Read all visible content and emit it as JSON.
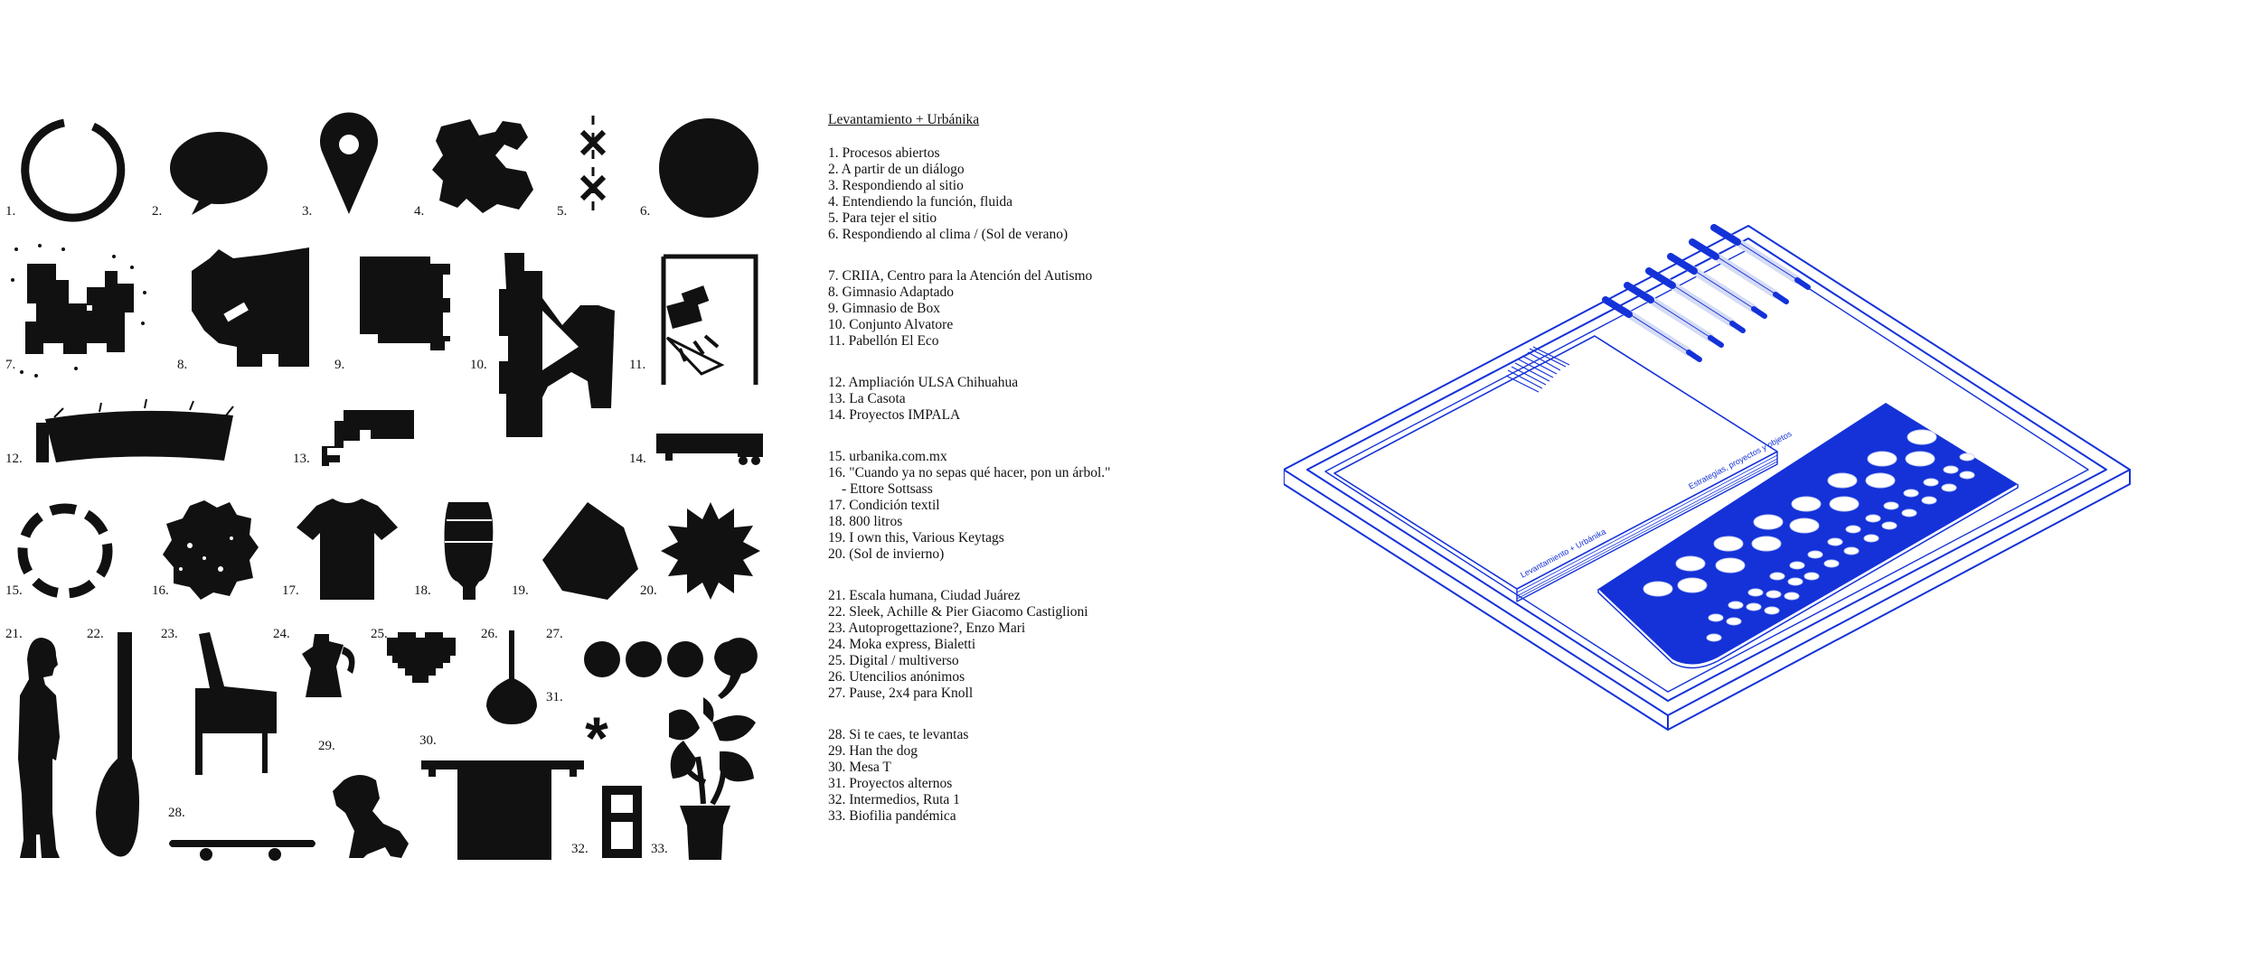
{
  "figure_numbers": [
    "1.",
    "2.",
    "3.",
    "4.",
    "5.",
    "6.",
    "7.",
    "8.",
    "9.",
    "10.",
    "11.",
    "12.",
    "13.",
    "14.",
    "15.",
    "16.",
    "17.",
    "18.",
    "19.",
    "20.",
    "21.",
    "22.",
    "23.",
    "24.",
    "25.",
    "26.",
    "27.",
    "28.",
    "29.",
    "30.",
    "31.",
    "32.",
    "33."
  ],
  "legend": {
    "title": "Levantamiento + Urbánika",
    "groups": [
      {
        "items": [
          "1. Procesos abiertos",
          "2. A partir de un diálogo",
          "3. Respondiendo al sitio",
          "4. Entendiendo la función, fluida",
          "5. Para tejer el sitio",
          "6. Respondiendo al clima / (Sol de verano)"
        ]
      },
      {
        "items": [
          "7. CRIIA, Centro para la Atención del Autismo",
          "8. Gimnasio Adaptado",
          "9. Gimnasio de Box",
          "10. Conjunto Alvatore",
          "11. Pabellón El Eco"
        ]
      },
      {
        "items": [
          "12. Ampliación ULSA Chihuahua",
          "13. La Casota",
          "14. Proyectos IMPALA"
        ]
      },
      {
        "items": [
          "15. urbanika.com.mx",
          "16. \"Cuando ya no sepas qué hacer, pon un árbol.\"",
          "- Ettore Sottsass",
          "17. Condición textil",
          "18. 800 litros",
          "19. I own this, Various Keytags",
          "20. (Sol de invierno)"
        ]
      },
      {
        "items": [
          "21. Escala humana, Ciudad Juárez",
          "22. Sleek, Achille & Pier Giacomo Castiglioni",
          "23. Autoprogettazione?, Enzo Mari",
          "24. Moka express, Bialetti",
          "25. Digital / multiverso",
          "26. Utencilios anónimos",
          "27. Pause, 2x4 para Knoll"
        ]
      },
      {
        "items": [
          "28. Si te caes, te levantas",
          "29. Han the dog",
          "30. Mesa T",
          "31. Proyectos alternos",
          "32. Intermedios, Ruta 1",
          "33. Biofilia pandémica"
        ]
      }
    ]
  },
  "isometric": {
    "folder_text_left": "Levantamiento + Urbánika",
    "folder_text_right": "Estrategias, proyectos y objetos",
    "accent_color": "#1432d8"
  }
}
